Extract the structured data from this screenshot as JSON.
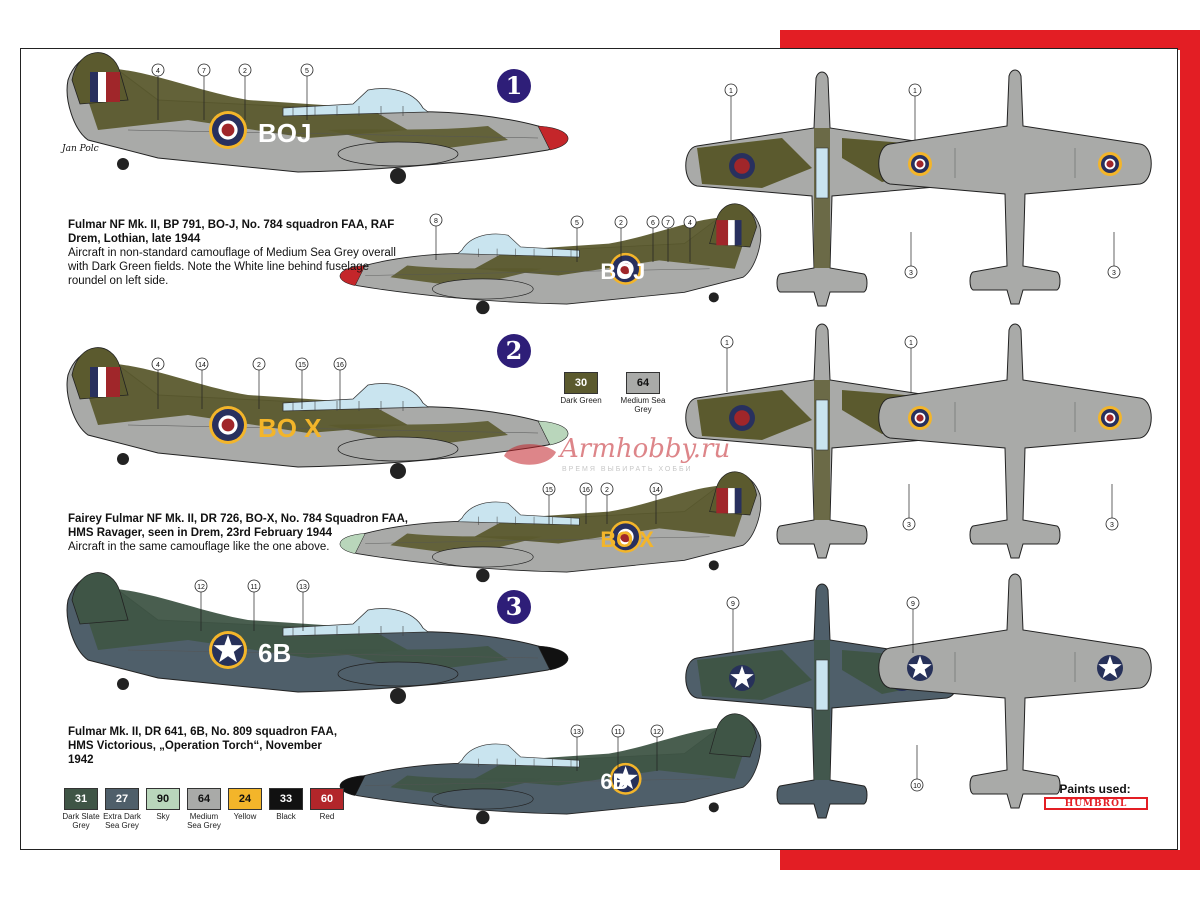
{
  "schemes": [
    {
      "number": "1",
      "title": "Fulmar NF Mk. II, BP 791, BO-J, No. 784 squadron FAA, RAF Drem, Lothian, late 1944",
      "description": "Aircraft in non-standard camouflage of Medium Sea Grey overall with Dark Green fields. Note the White line behind fuselage roundel on left side.",
      "code": "BOJ",
      "code_right": "BOJ"
    },
    {
      "number": "2",
      "title": "Fairey Fulmar  NF Mk. II, DR 726, BO-X, No. 784 Squadron FAA, HMS Ravager, seen in Drem, 23rd February 1944",
      "description": "Aircraft in the same camouflage like the one above.",
      "code": "BO X",
      "code_right": "BO X"
    },
    {
      "number": "3",
      "title": "Fulmar Mk. II, DR 641, 6B, No. 809 squadron FAA, HMS Victorious, „Operation Torch“, November 1942",
      "description": "",
      "code": "6B",
      "code_right": "6B"
    }
  ],
  "signature": "Jan Polc",
  "scheme2_paints": [
    {
      "code": "30",
      "name": "Dark Green",
      "color": "#5b5a2e"
    },
    {
      "code": "64",
      "name": "Medium Sea Grey",
      "color": "#a9aaa8"
    }
  ],
  "paints": [
    {
      "code": "31",
      "name": "Dark Slate Grey",
      "color": "#3f5546"
    },
    {
      "code": "27",
      "name": "Extra Dark Sea Grey",
      "color": "#4f5f6a"
    },
    {
      "code": "90",
      "name": "Sky",
      "color": "#b9d6bb"
    },
    {
      "code": "64",
      "name": "Medium Sea Grey",
      "color": "#a9aaa8"
    },
    {
      "code": "24",
      "name": "Yellow",
      "color": "#f3b52a"
    },
    {
      "code": "33",
      "name": "Black",
      "color": "#111111"
    },
    {
      "code": "60",
      "name": "Red",
      "color": "#b2262a"
    }
  ],
  "paints_used_label": "Paints used:",
  "brand": "HUMBROL",
  "watermark": {
    "text": "Armhobby.ru",
    "subtitle": "ВРЕМЯ ВЫБИРАТЬ ХОББИ"
  },
  "callouts": {
    "s1_left": [
      "4",
      "7",
      "2",
      "5"
    ],
    "s1_right": [
      "8",
      "5",
      "2",
      "6",
      "7",
      "4"
    ],
    "s2_left": [
      "4",
      "14",
      "2",
      "15",
      "16"
    ],
    "s2_right": [
      "15",
      "16",
      "2",
      "14"
    ],
    "s3_left": [
      "12",
      "11",
      "13"
    ],
    "s3_right": [
      "13",
      "11",
      "12"
    ],
    "top_views": [
      "1",
      "1",
      "1",
      "1",
      "9",
      "9"
    ],
    "bottom_views": [
      "3",
      "3",
      "3",
      "3",
      "10"
    ]
  },
  "colors": {
    "red_accent": "#e31e24",
    "scheme_badge": "#2e1e78",
    "dark_green": "#5b5a2e",
    "medium_sea_grey": "#a9aaa8",
    "roundel_blue": "#28305e",
    "roundel_red": "#a0262a"
  }
}
